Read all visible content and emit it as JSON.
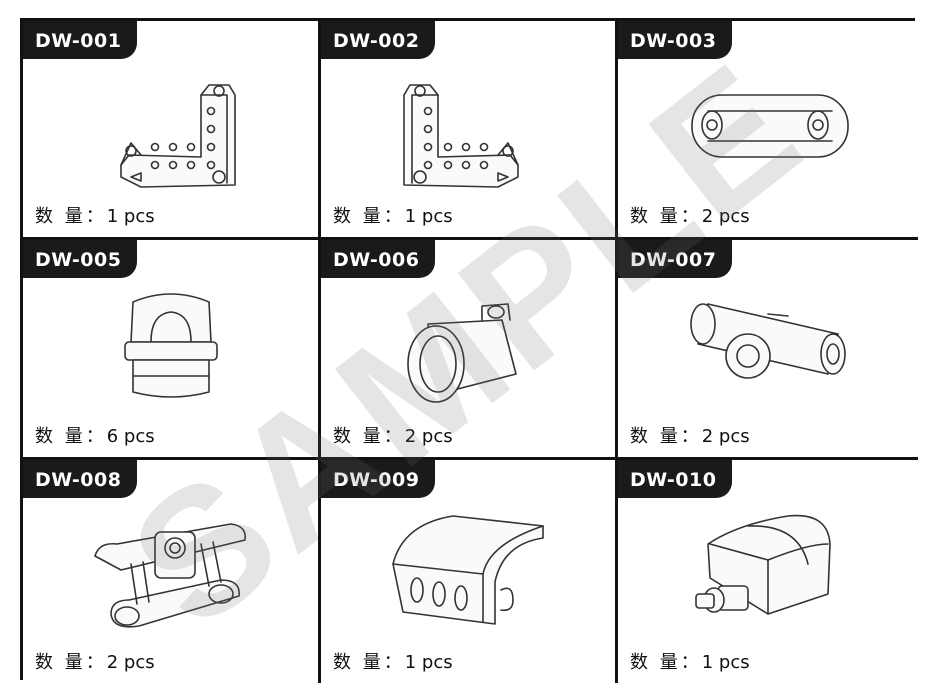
{
  "parts": [
    {
      "code": "DW-001",
      "qty_label": "数 量：",
      "qty_value": "1 pcs",
      "icon": "bracket-plate-left-icon"
    },
    {
      "code": "DW-002",
      "qty_label": "数 量：",
      "qty_value": "1 pcs",
      "icon": "bracket-plate-right-icon"
    },
    {
      "code": "DW-003",
      "qty_label": "数 量：",
      "qty_value": "2 pcs",
      "icon": "capsule-tube-icon"
    },
    {
      "code": "DW-005",
      "qty_label": "数 量：",
      "qty_value": "6 pcs",
      "icon": "cup-socket-icon"
    },
    {
      "code": "DW-006",
      "qty_label": "数 量：",
      "qty_value": "2 pcs",
      "icon": "ring-clamp-icon"
    },
    {
      "code": "DW-007",
      "qty_label": "数 量：",
      "qty_value": "2 pcs",
      "icon": "tee-joint-icon"
    },
    {
      "code": "DW-008",
      "qty_label": "数 量：",
      "qty_value": "2 pcs",
      "icon": "track-link-icon"
    },
    {
      "code": "DW-009",
      "qty_label": "数 量：",
      "qty_value": "1 pcs",
      "icon": "curved-cover-icon"
    },
    {
      "code": "DW-010",
      "qty_label": "数 量：",
      "qty_value": "1 pcs",
      "icon": "knob-cap-icon"
    }
  ],
  "watermark": "SAMPLE",
  "colors": {
    "border": "#111111",
    "tag_bg": "#1a1a1a",
    "watermark": "#6e6e6e"
  }
}
